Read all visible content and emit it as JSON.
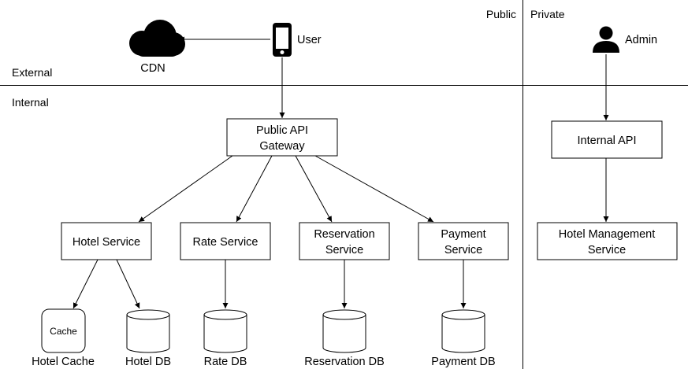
{
  "regions": {
    "public": "Public",
    "private": "Private",
    "external": "External",
    "internal": "Internal"
  },
  "actors": {
    "user": "User",
    "admin": "Admin",
    "cdn": "CDN"
  },
  "components": {
    "public_api_gateway": [
      "Public API",
      "Gateway"
    ],
    "internal_api": "Internal API",
    "hotel_service": "Hotel Service",
    "rate_service": "Rate Service",
    "reservation_service": [
      "Reservation",
      "Service"
    ],
    "payment_service": [
      "Payment",
      "Service"
    ],
    "hotel_management_service": [
      "Hotel Management",
      "Service"
    ]
  },
  "stores": {
    "hotel_cache_inner": "Cache",
    "hotel_cache": "Hotel Cache",
    "hotel_db": "Hotel DB",
    "rate_db": "Rate DB",
    "reservation_db": "Reservation DB",
    "payment_db": "Payment DB"
  }
}
